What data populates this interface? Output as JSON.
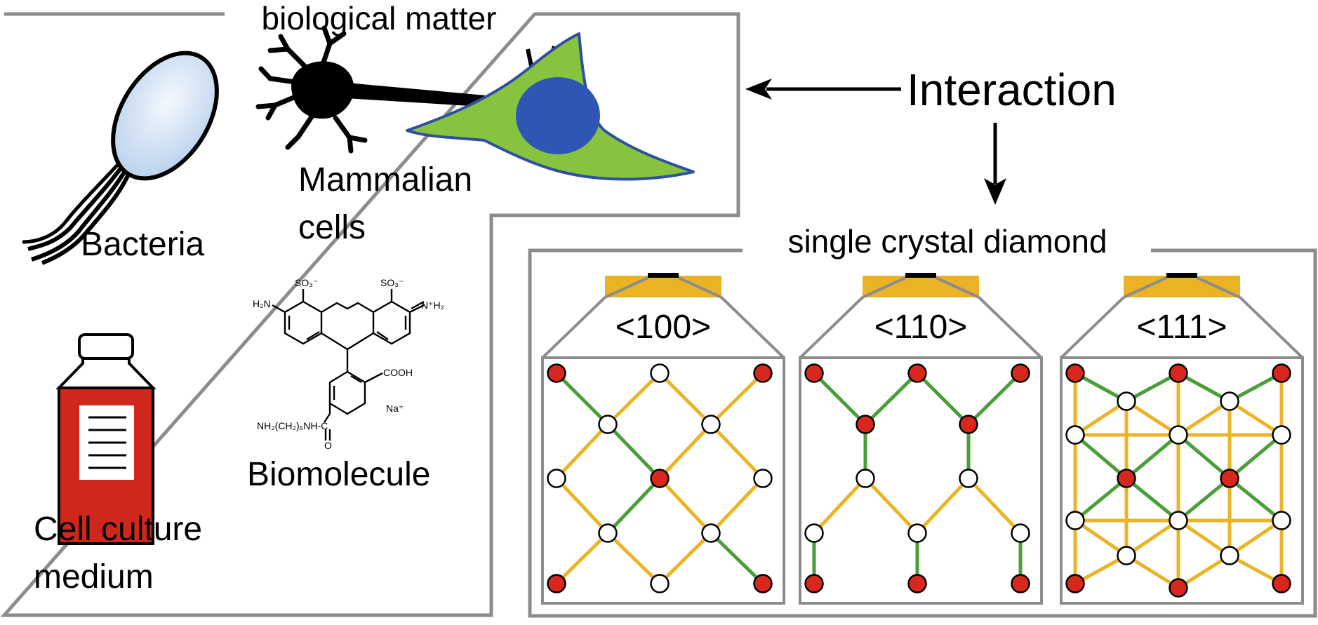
{
  "bio_box": {
    "title": "biological matter",
    "bacteria_label": "Bacteria",
    "mammalian_label_line1": "Mammalian",
    "mammalian_label_line2": "cells",
    "biomolecule_label": "Biomolecule",
    "medium_label_line1": "Cell culture",
    "medium_label_line2": "medium"
  },
  "molecule": {
    "so3_left": "SO₃⁻",
    "so3_right": "SO₃⁻",
    "h2n": "H₂N",
    "nh2_plus": "N⁺H₂",
    "cooh": "COOH",
    "na": "Na⁺",
    "linker": "NH₂(CH₂)₅NH-C",
    "oxygen": "O"
  },
  "interaction": {
    "label": "Interaction"
  },
  "diamond_box": {
    "title": "single crystal diamond",
    "orientations": [
      {
        "label": "<100>"
      },
      {
        "label": "<110>"
      },
      {
        "label": "<111>"
      }
    ]
  },
  "colors": {
    "frame": "#8c8c8c",
    "bacteria_fill": "#d8e6f5",
    "cell_green": "#86c33f",
    "cell_nucleus": "#2f56b4",
    "cell_outline": "#2f4fa0",
    "flask_red": "#d0271d",
    "gold": "#e9b325",
    "bond_yellow": "#eab426",
    "bond_green": "#4a9e37",
    "atom_red": "#d8271d"
  }
}
